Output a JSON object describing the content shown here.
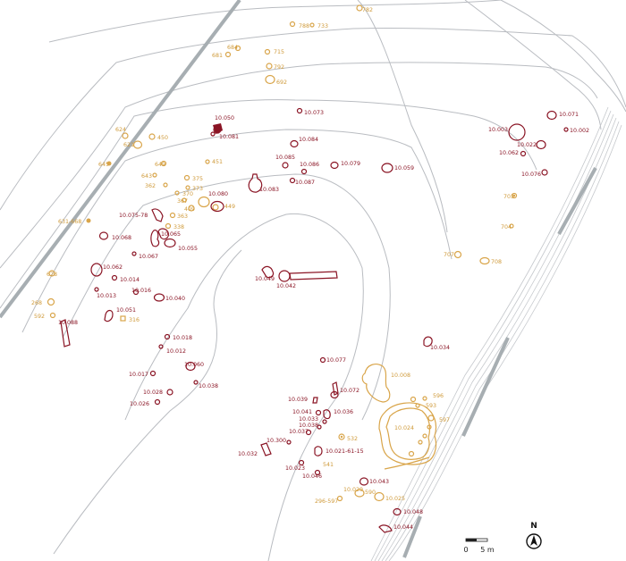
{
  "colors": {
    "red_features": "#8a1424",
    "orange_features": "#d9a54a",
    "contours": "#b9bcc1",
    "bars": "#a7aeb2"
  },
  "scale": {
    "zero": "0",
    "length": "5 m"
  },
  "north": "N",
  "labels_red": [
    "10.050",
    "10.073",
    "10.081",
    "10.084",
    "10.085",
    "10.086",
    "10.079",
    "10.059",
    "10.083",
    "10.087",
    "10.080",
    "10.075-78",
    "10.065",
    "10.068",
    "10.055",
    "10.067",
    "10.062",
    "10.014",
    "10.013",
    "10.016",
    "10.040",
    "10.051",
    "10.088",
    "10.049",
    "10.042",
    "10.018",
    "10.012",
    "10.060",
    "10.017",
    "10.038",
    "10.028",
    "10.026",
    "10.003",
    "10.071",
    "10.002",
    "10.022",
    "10.062",
    "10.076",
    "10.034",
    "10.077",
    "10.072",
    "10.039",
    "10.041",
    "10.036",
    "10.033",
    "10.038",
    "10.037",
    "10.300",
    "10.032",
    "10.021-61-15",
    "10.023",
    "10.046",
    "10.043",
    "10.048",
    "10.044"
  ],
  "labels_orange": [
    "782",
    "788",
    "733",
    "684",
    "681",
    "715",
    "792",
    "692",
    "624",
    "621",
    "450",
    "645",
    "649",
    "451",
    "643",
    "362",
    "375",
    "373",
    "370",
    "367",
    "409",
    "449",
    "363",
    "338",
    "631-668",
    "628",
    "268",
    "592",
    "316",
    "703",
    "704",
    "707",
    "708",
    "10.008",
    "10.024",
    "532",
    "541",
    "596",
    "593",
    "597",
    "296-597",
    "10.029",
    "10.025",
    "590"
  ]
}
